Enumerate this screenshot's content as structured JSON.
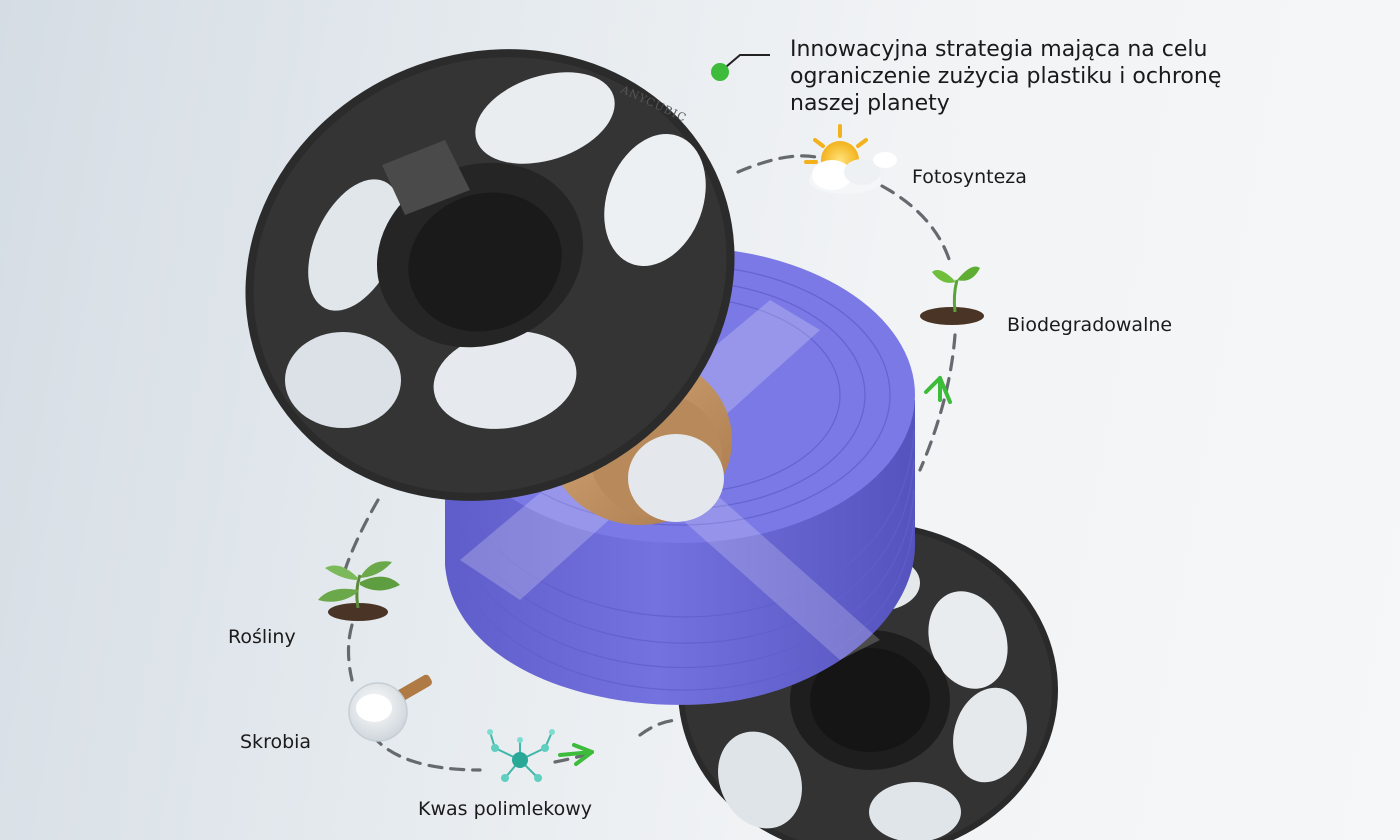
{
  "headline": {
    "lines": [
      "Innowacyjna strategia mająca na celu",
      "ograniczenie zużycia plastiku i ochronę",
      "naszej planety"
    ]
  },
  "spool": {
    "brand_text": "ANYCUBIC",
    "filament_color": "#6f6ddd",
    "flange_color": "#2c2c2c",
    "core_color": "#c99a6a"
  },
  "cycle": {
    "accent_color": "#3dbb3a",
    "steps": [
      {
        "label": "Fotosynteza",
        "icon": "sun-cloud-icon"
      },
      {
        "label": "Biodegradowalne",
        "icon": "sprout-soil-icon"
      },
      {
        "label": "Rośliny",
        "icon": "plant-soil-icon"
      },
      {
        "label": "Skrobia",
        "icon": "starch-bowl-icon"
      },
      {
        "label": "Kwas polimlekowy",
        "icon": "molecule-icon"
      }
    ]
  }
}
